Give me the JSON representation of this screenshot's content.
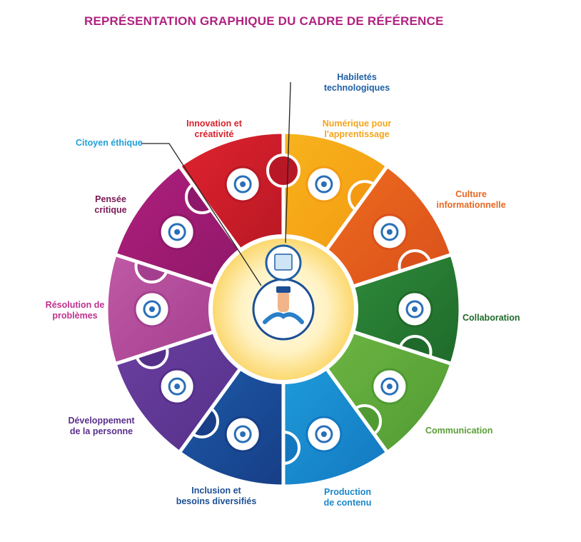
{
  "title": "REPRÉSENTATION GRAPHIQUE DU CADRE DE RÉFÉRENCE",
  "colors": {
    "title": "#b0227f",
    "center_fill": "#fff5cc",
    "center_ring": "#fcd96a"
  },
  "center": {
    "icon": "teamwork-hands-icon"
  },
  "top_dimension": {
    "label": "Habiletés\ntechnologiques",
    "color": "#1f5fa5",
    "icon": "tablet-document-icon"
  },
  "dimensions": [
    {
      "id": "numerique",
      "label": "Numérique pour\nl'apprentissage",
      "color": "#f7b31c",
      "dark": "#f49a12",
      "icon": "laptop-learning-icon"
    },
    {
      "id": "culture",
      "label": "Culture\ninformationnelle",
      "color": "#ee6b1e",
      "dark": "#d9501b",
      "icon": "search-documents-icon"
    },
    {
      "id": "collaboration",
      "label": "Collaboration",
      "color": "#2e8a3a",
      "dark": "#1f6a2a",
      "icon": "team-gear-icon"
    },
    {
      "id": "communication",
      "label": "Communication",
      "color": "#6db543",
      "dark": "#4f9a32",
      "icon": "chat-bubbles-icon"
    },
    {
      "id": "production",
      "label": "Production\nde contenu",
      "color": "#1e9bd9",
      "dark": "#1377c0",
      "icon": "video-editor-icon"
    },
    {
      "id": "inclusion",
      "label": "Inclusion et\nbesoins diversifiés",
      "color": "#1c5aa8",
      "dark": "#173e86",
      "icon": "cycle-arrows-icon"
    },
    {
      "id": "developpement",
      "label": "Développement\nde la personne",
      "color": "#6b3fa0",
      "dark": "#55308a",
      "icon": "cloud-network-icon"
    },
    {
      "id": "resolution",
      "label": "Résolution de\nproblèmes",
      "color": "#c05aa6",
      "dark": "#a43f8f",
      "icon": "target-icon"
    },
    {
      "id": "pensee",
      "label": "Pensée\ncritique",
      "color": "#b01f7d",
      "dark": "#8e1869",
      "icon": "brain-questions-icon"
    },
    {
      "id": "innovation",
      "label": "Innovation et\ncréativité",
      "color": "#e0232e",
      "dark": "#b81825",
      "icon": "lightbulb-icon"
    }
  ],
  "citoyen": {
    "label": "Citoyen éthique",
    "color": "#21a0d8"
  },
  "label_colors": {
    "numerique": "#f4a51c",
    "culture": "#e9671f",
    "collaboration": "#1f6a2a",
    "communication": "#5a9e37",
    "production": "#1a86c8",
    "inclusion": "#1c4f94",
    "developpement": "#5a2f8c",
    "resolution": "#c0308f",
    "pensee": "#7a1a55",
    "innovation": "#d9212b"
  }
}
